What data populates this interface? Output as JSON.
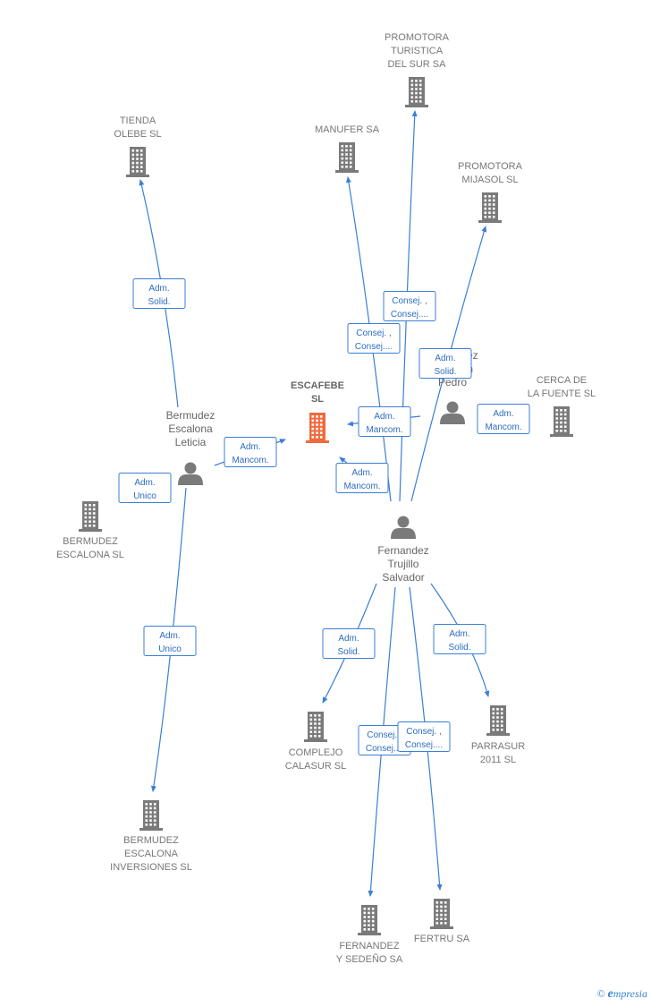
{
  "colors": {
    "edge": "#3a7fd5",
    "building": "#7a7a7a",
    "focus_building": "#f06a3d",
    "person": "#7a7a7a"
  },
  "copyright": {
    "symbol": "©",
    "brand_e": "e",
    "brand_rest": "mpresia"
  },
  "companies": [
    {
      "id": "escafebe",
      "lines": [
        "ESCAFEBE",
        "SL"
      ],
      "focus": true
    },
    {
      "id": "promotora-turistica",
      "lines": [
        "PROMOTORA",
        "TURISTICA",
        "DEL SUR SA"
      ]
    },
    {
      "id": "tienda-olebe",
      "lines": [
        "TIENDA",
        "OLEBE  SL"
      ]
    },
    {
      "id": "manufer",
      "lines": [
        "MANUFER SA"
      ]
    },
    {
      "id": "promotora-mijasol",
      "lines": [
        "PROMOTORA",
        "MIJASOL  SL"
      ]
    },
    {
      "id": "cerca-fuente",
      "lines": [
        "CERCA DE",
        "LA FUENTE SL"
      ]
    },
    {
      "id": "bermudez-escalona",
      "lines": [
        "BERMUDEZ",
        "ESCALONA  SL"
      ]
    },
    {
      "id": "complejo-calasur",
      "lines": [
        "COMPLEJO",
        "CALASUR SL"
      ]
    },
    {
      "id": "parrasur",
      "lines": [
        "PARRASUR",
        "2011 SL"
      ]
    },
    {
      "id": "bermudez-inversiones",
      "lines": [
        "BERMUDEZ",
        "ESCALONA",
        "INVERSIONES SL"
      ]
    },
    {
      "id": "fernandez-sedeno",
      "lines": [
        "FERNANDEZ",
        "Y SEDEÑO SA"
      ]
    },
    {
      "id": "fertru",
      "lines": [
        "FERTRU SA"
      ]
    }
  ],
  "people": [
    {
      "id": "bermudez-leticia",
      "lines": [
        "Bermudez",
        "Escalona",
        "Leticia"
      ]
    },
    {
      "id": "fernandez-salvador",
      "lines": [
        "Fernandez",
        "Trujillo",
        "Salvador"
      ]
    },
    {
      "id": "pedro",
      "lines": [
        "Fernandez",
        "Ine Juan",
        "Pedro"
      ]
    }
  ],
  "relations": [
    {
      "id": "r-tienda",
      "lines": [
        "Adm.",
        "Solid."
      ]
    },
    {
      "id": "r-leticia-escafebe",
      "lines": [
        "Adm.",
        "Mancom."
      ]
    },
    {
      "id": "r-leticia-bermudez",
      "lines": [
        "Adm.",
        "Unico"
      ]
    },
    {
      "id": "r-leticia-inversiones",
      "lines": [
        "Adm.",
        "Unico"
      ]
    },
    {
      "id": "r-turistica",
      "lines": [
        "Consej. ,",
        "Consej...."
      ]
    },
    {
      "id": "r-manufer",
      "lines": [
        "Consej. ,",
        "Consej...."
      ]
    },
    {
      "id": "r-mijasol",
      "lines": [
        "Adm.",
        "Solid."
      ]
    },
    {
      "id": "r-pedro-escafebe",
      "lines": [
        "Adm.",
        "Mancom."
      ]
    },
    {
      "id": "r-cerca",
      "lines": [
        "Adm.",
        "Mancom."
      ]
    },
    {
      "id": "r-salvador-escafebe",
      "lines": [
        "Adm.",
        "Mancom."
      ]
    },
    {
      "id": "r-calasur",
      "lines": [
        "Adm.",
        "Solid."
      ]
    },
    {
      "id": "r-parrasur",
      "lines": [
        "Adm.",
        "Solid."
      ]
    },
    {
      "id": "r-sedeno",
      "lines": [
        "Consej. ,",
        "Consej...."
      ]
    },
    {
      "id": "r-fertru",
      "lines": [
        "Consej. ,",
        "Consej...."
      ]
    }
  ]
}
